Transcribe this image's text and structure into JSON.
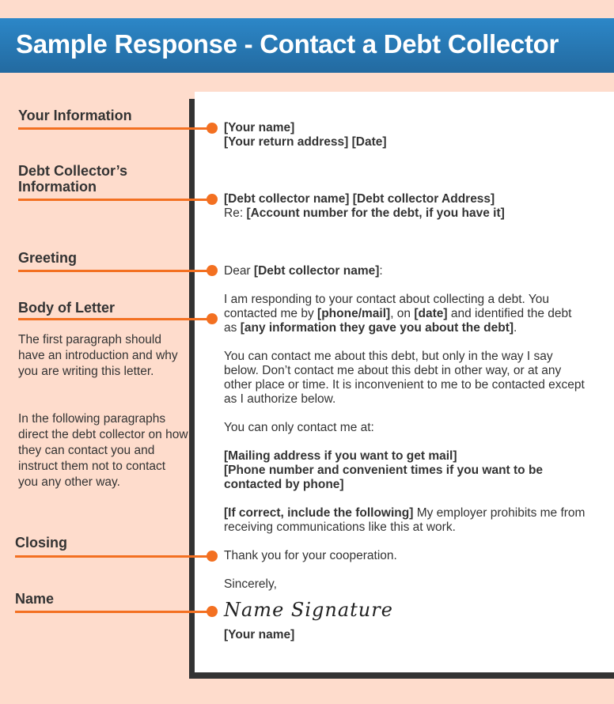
{
  "title": "Sample Response - Contact a Debt Collector",
  "labels": {
    "your_info": "Your Information",
    "collector_1": "Debt Collector’s",
    "collector_2": "Information",
    "greeting": "Greeting",
    "body": "Body of Letter",
    "closing": "Closing",
    "name": "Name"
  },
  "descriptions": {
    "first": "The first paragraph should have an introduction and why you are writing this letter.",
    "following": "In the following paragraphs direct the debt collector on how they can contact you and instruct them not to contact you any other way."
  },
  "accent_color": "#f37021",
  "banner_color": "#2a7dbb",
  "letter": {
    "your_name": "[Your name]",
    "return_address": "[Your return address] [Date]",
    "collector": "[Debt collector name] [Debt collector Address]",
    "re_prefix": "Re: ",
    "re_value": "[Account number for the debt, if you have it]",
    "dear": "Dear ",
    "dear_name": "[Debt collector name]",
    "dear_suffix": ":",
    "p1_a": "I am responding to your contact about collecting a debt. You contacted me by ",
    "p1_b": "[phone/mail]",
    "p1_c": ", on ",
    "p1_d": "[date]",
    "p1_e": " and identified the debt as ",
    "p1_f": "[any information they gave you about the debt]",
    "p1_g": ".",
    "p2": "You can contact me about this debt, but only in the way I say below. Don’t contact me about this debt in other way, or at any other place or time. It is inconvenient to me to be contacted except as I authorize below.",
    "p3": "You can only contact me at:",
    "mail": "[Mailing address if you want to get mail]",
    "phone": "[Phone number and convenient times if you want to be contacted by phone]",
    "p5_a": "[If correct, include the following]",
    "p5_b": " My employer prohibits me from receiving communications like this at work.",
    "thanks": "Thank you for your cooperation.",
    "sincerely": "Sincerely,",
    "signature": "Name Signature",
    "signed_name": "[Your name]"
  }
}
